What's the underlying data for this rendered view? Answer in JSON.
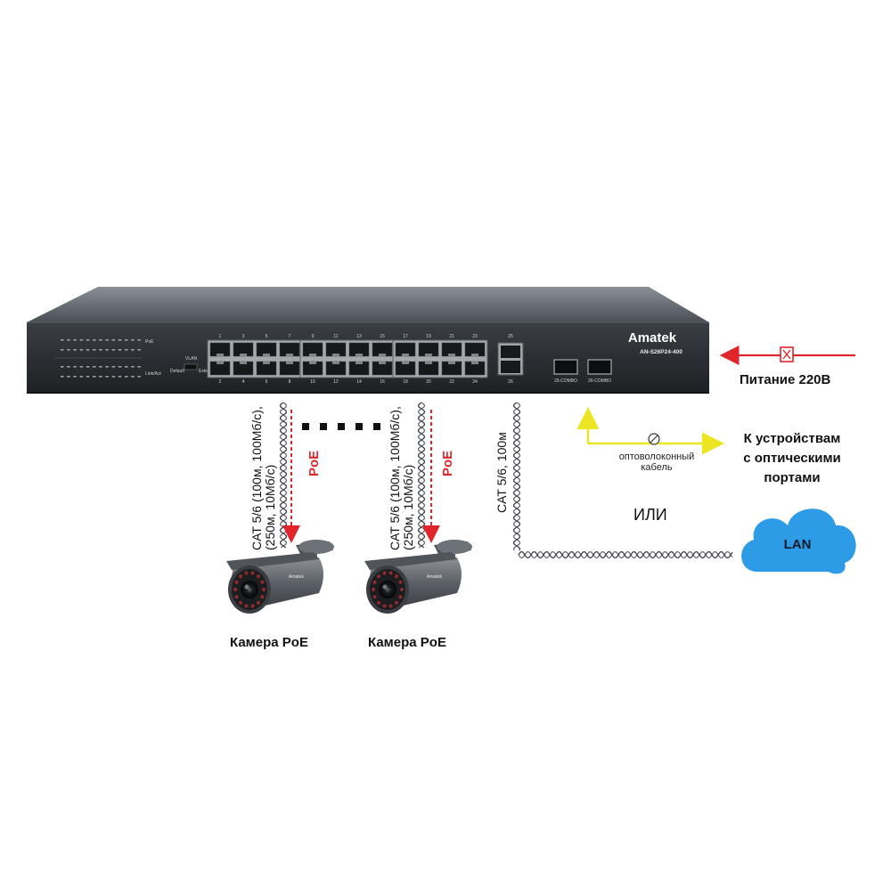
{
  "switch": {
    "brand": "Amatek",
    "model": "AN-S26P24-400",
    "port_numbers_top": [
      "1",
      "3",
      "5",
      "7",
      "9",
      "11",
      "13",
      "15",
      "17",
      "19",
      "21",
      "23",
      "25"
    ],
    "port_numbers_bottom": [
      "2",
      "4",
      "6",
      "8",
      "10",
      "12",
      "14",
      "16",
      "18",
      "20",
      "22",
      "24",
      "26"
    ],
    "sfp_labels": [
      "25-COMBO",
      "26-COMBO"
    ],
    "switch_labels": {
      "vlan": "VLAN",
      "default": "Default",
      "extend": "Extend"
    },
    "led_labels": {
      "poe": "PoE",
      "link": "Link/Act"
    }
  },
  "labels": {
    "power": "Питание 220В",
    "optical_devices": [
      "К устройствам",
      "с оптическими",
      "портами"
    ],
    "fiber_cable": [
      "оптоволоконный",
      "кабель"
    ],
    "or": "ИЛИ",
    "lan": "LAN",
    "camera1": "Камера PoE",
    "camera2": "Камера PoE",
    "cable_camera_line1": "CAT 5/6 (100м, 100Мб/с),",
    "cable_camera_line2": "(250м, 10Мб/с)",
    "cable_uplink": "CAT 5/6, 100м",
    "poe1": "PoE",
    "poe2": "PoE",
    "camera_brand": "Amatek"
  },
  "colors": {
    "power_arrow": "#e0252b",
    "fiber_line": "#ece522",
    "cloud": "#2e9be6",
    "switch_body": "#2b2f33"
  }
}
